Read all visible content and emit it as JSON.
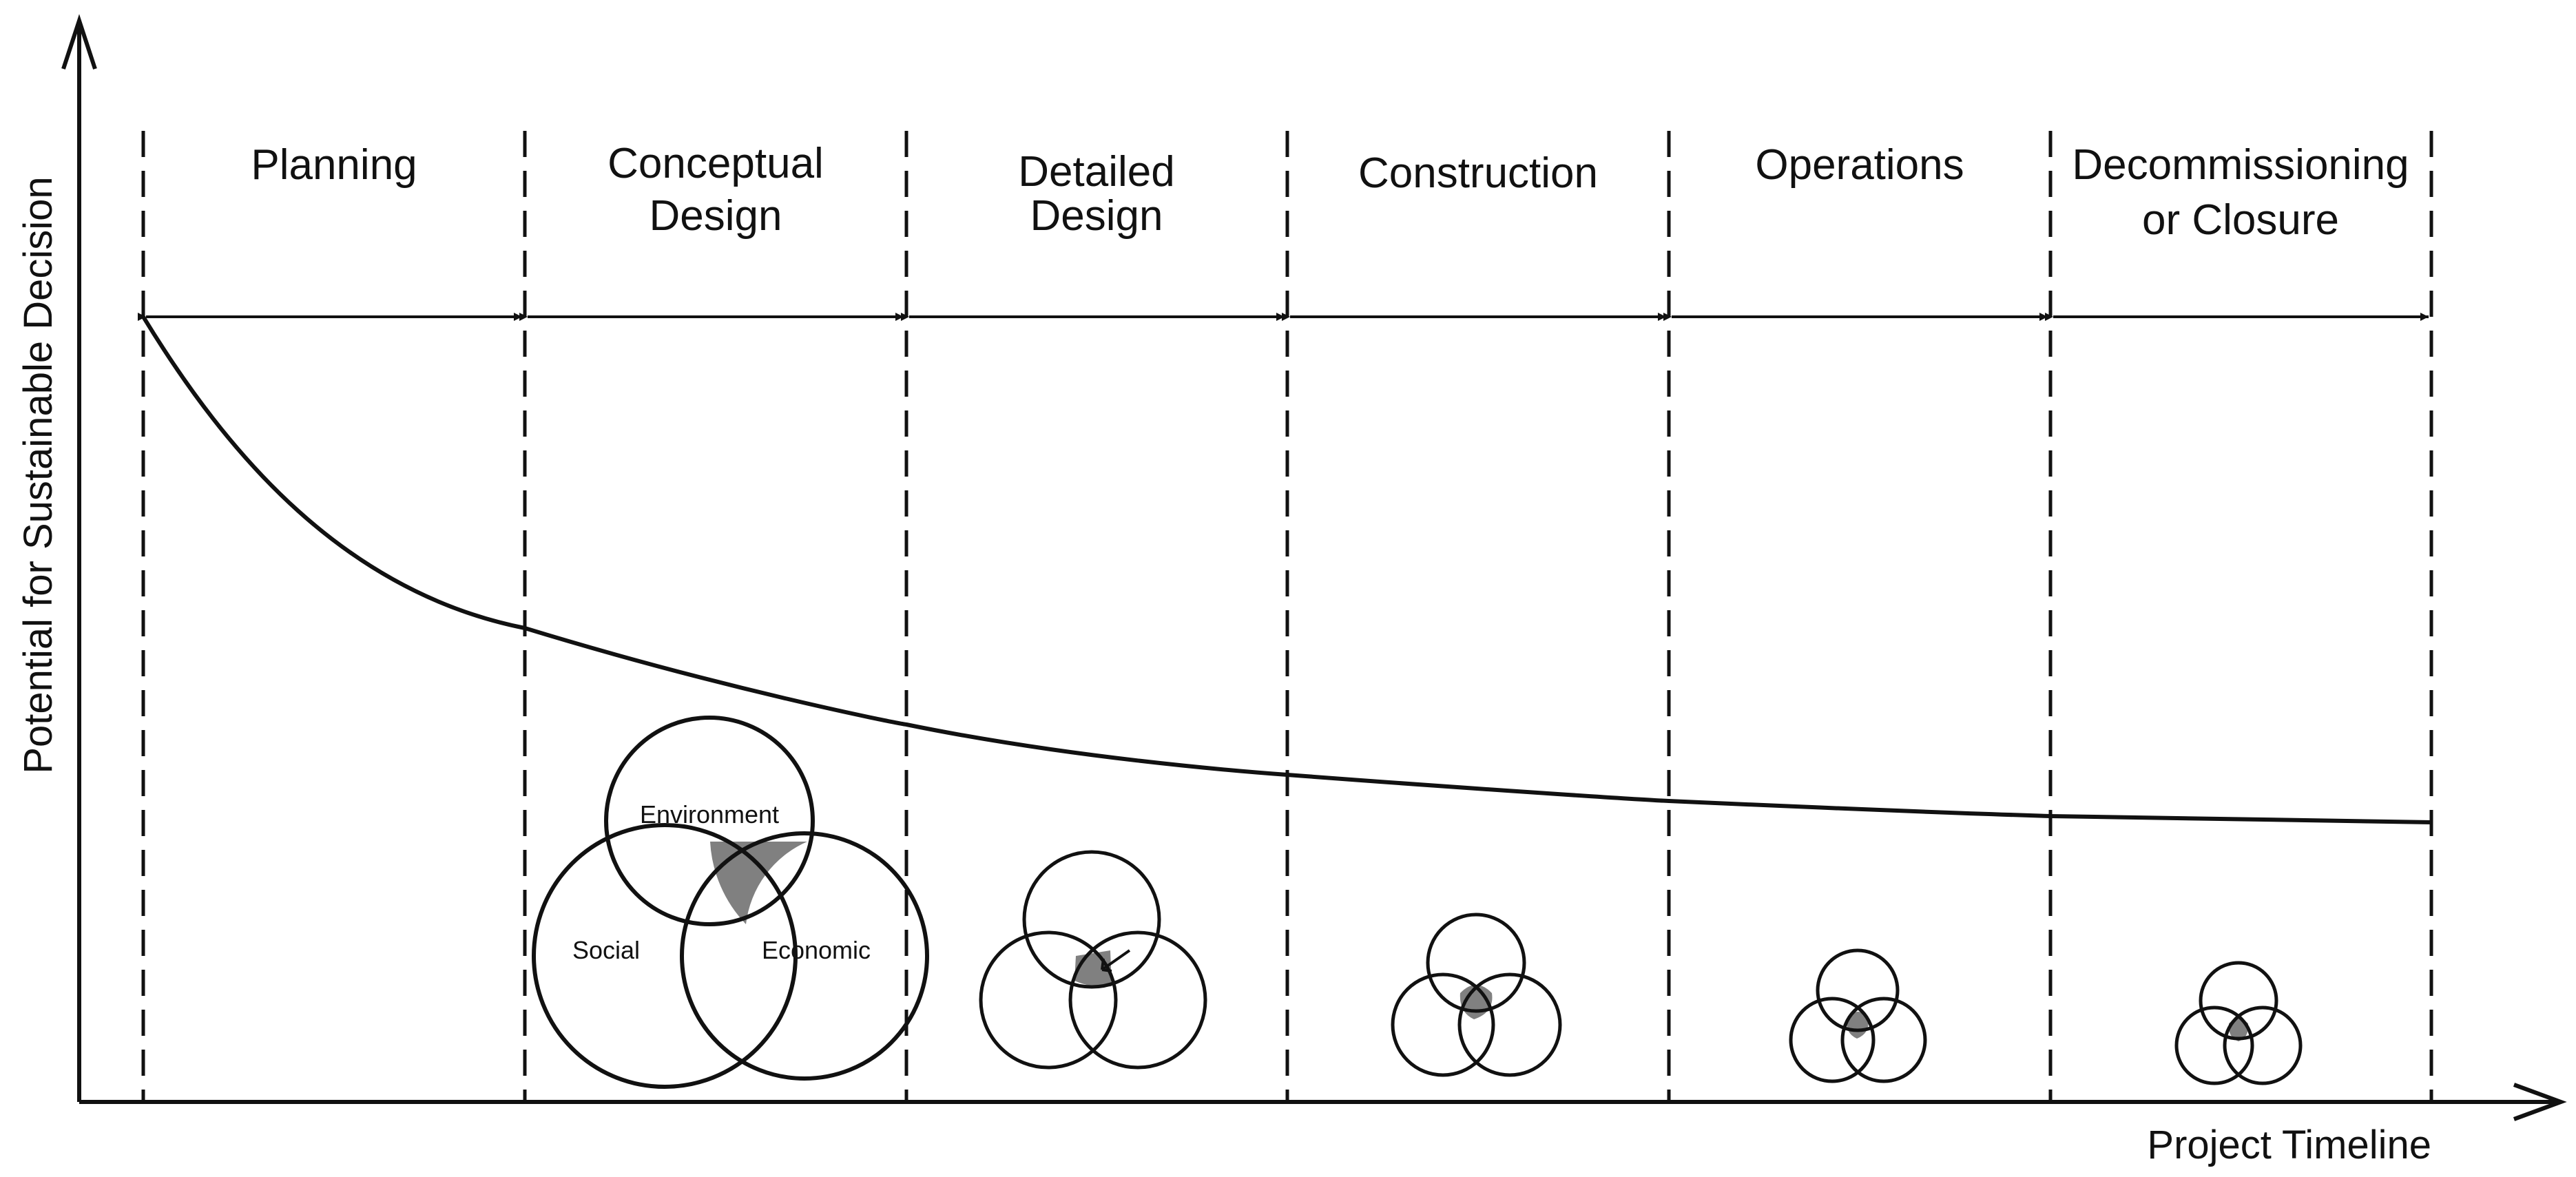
{
  "axes": {
    "y_label": "Potential for Sustainable Decision",
    "x_label": "Project Timeline"
  },
  "phases": [
    {
      "line1": "Planning",
      "line2": ""
    },
    {
      "line1": "Conceptual",
      "line2": "Design"
    },
    {
      "line1": "Detailed",
      "line2": "Design"
    },
    {
      "line1": "Construction",
      "line2": ""
    },
    {
      "line1": "Operations",
      "line2": ""
    },
    {
      "line1": "Decommissioning",
      "line2": "or Closure"
    }
  ],
  "venn": {
    "environment": "Environment",
    "social": "Social",
    "economic": "Economic"
  },
  "colors": {
    "line": "#111111",
    "overlap_fill": "#808080",
    "background": "#ffffff"
  }
}
